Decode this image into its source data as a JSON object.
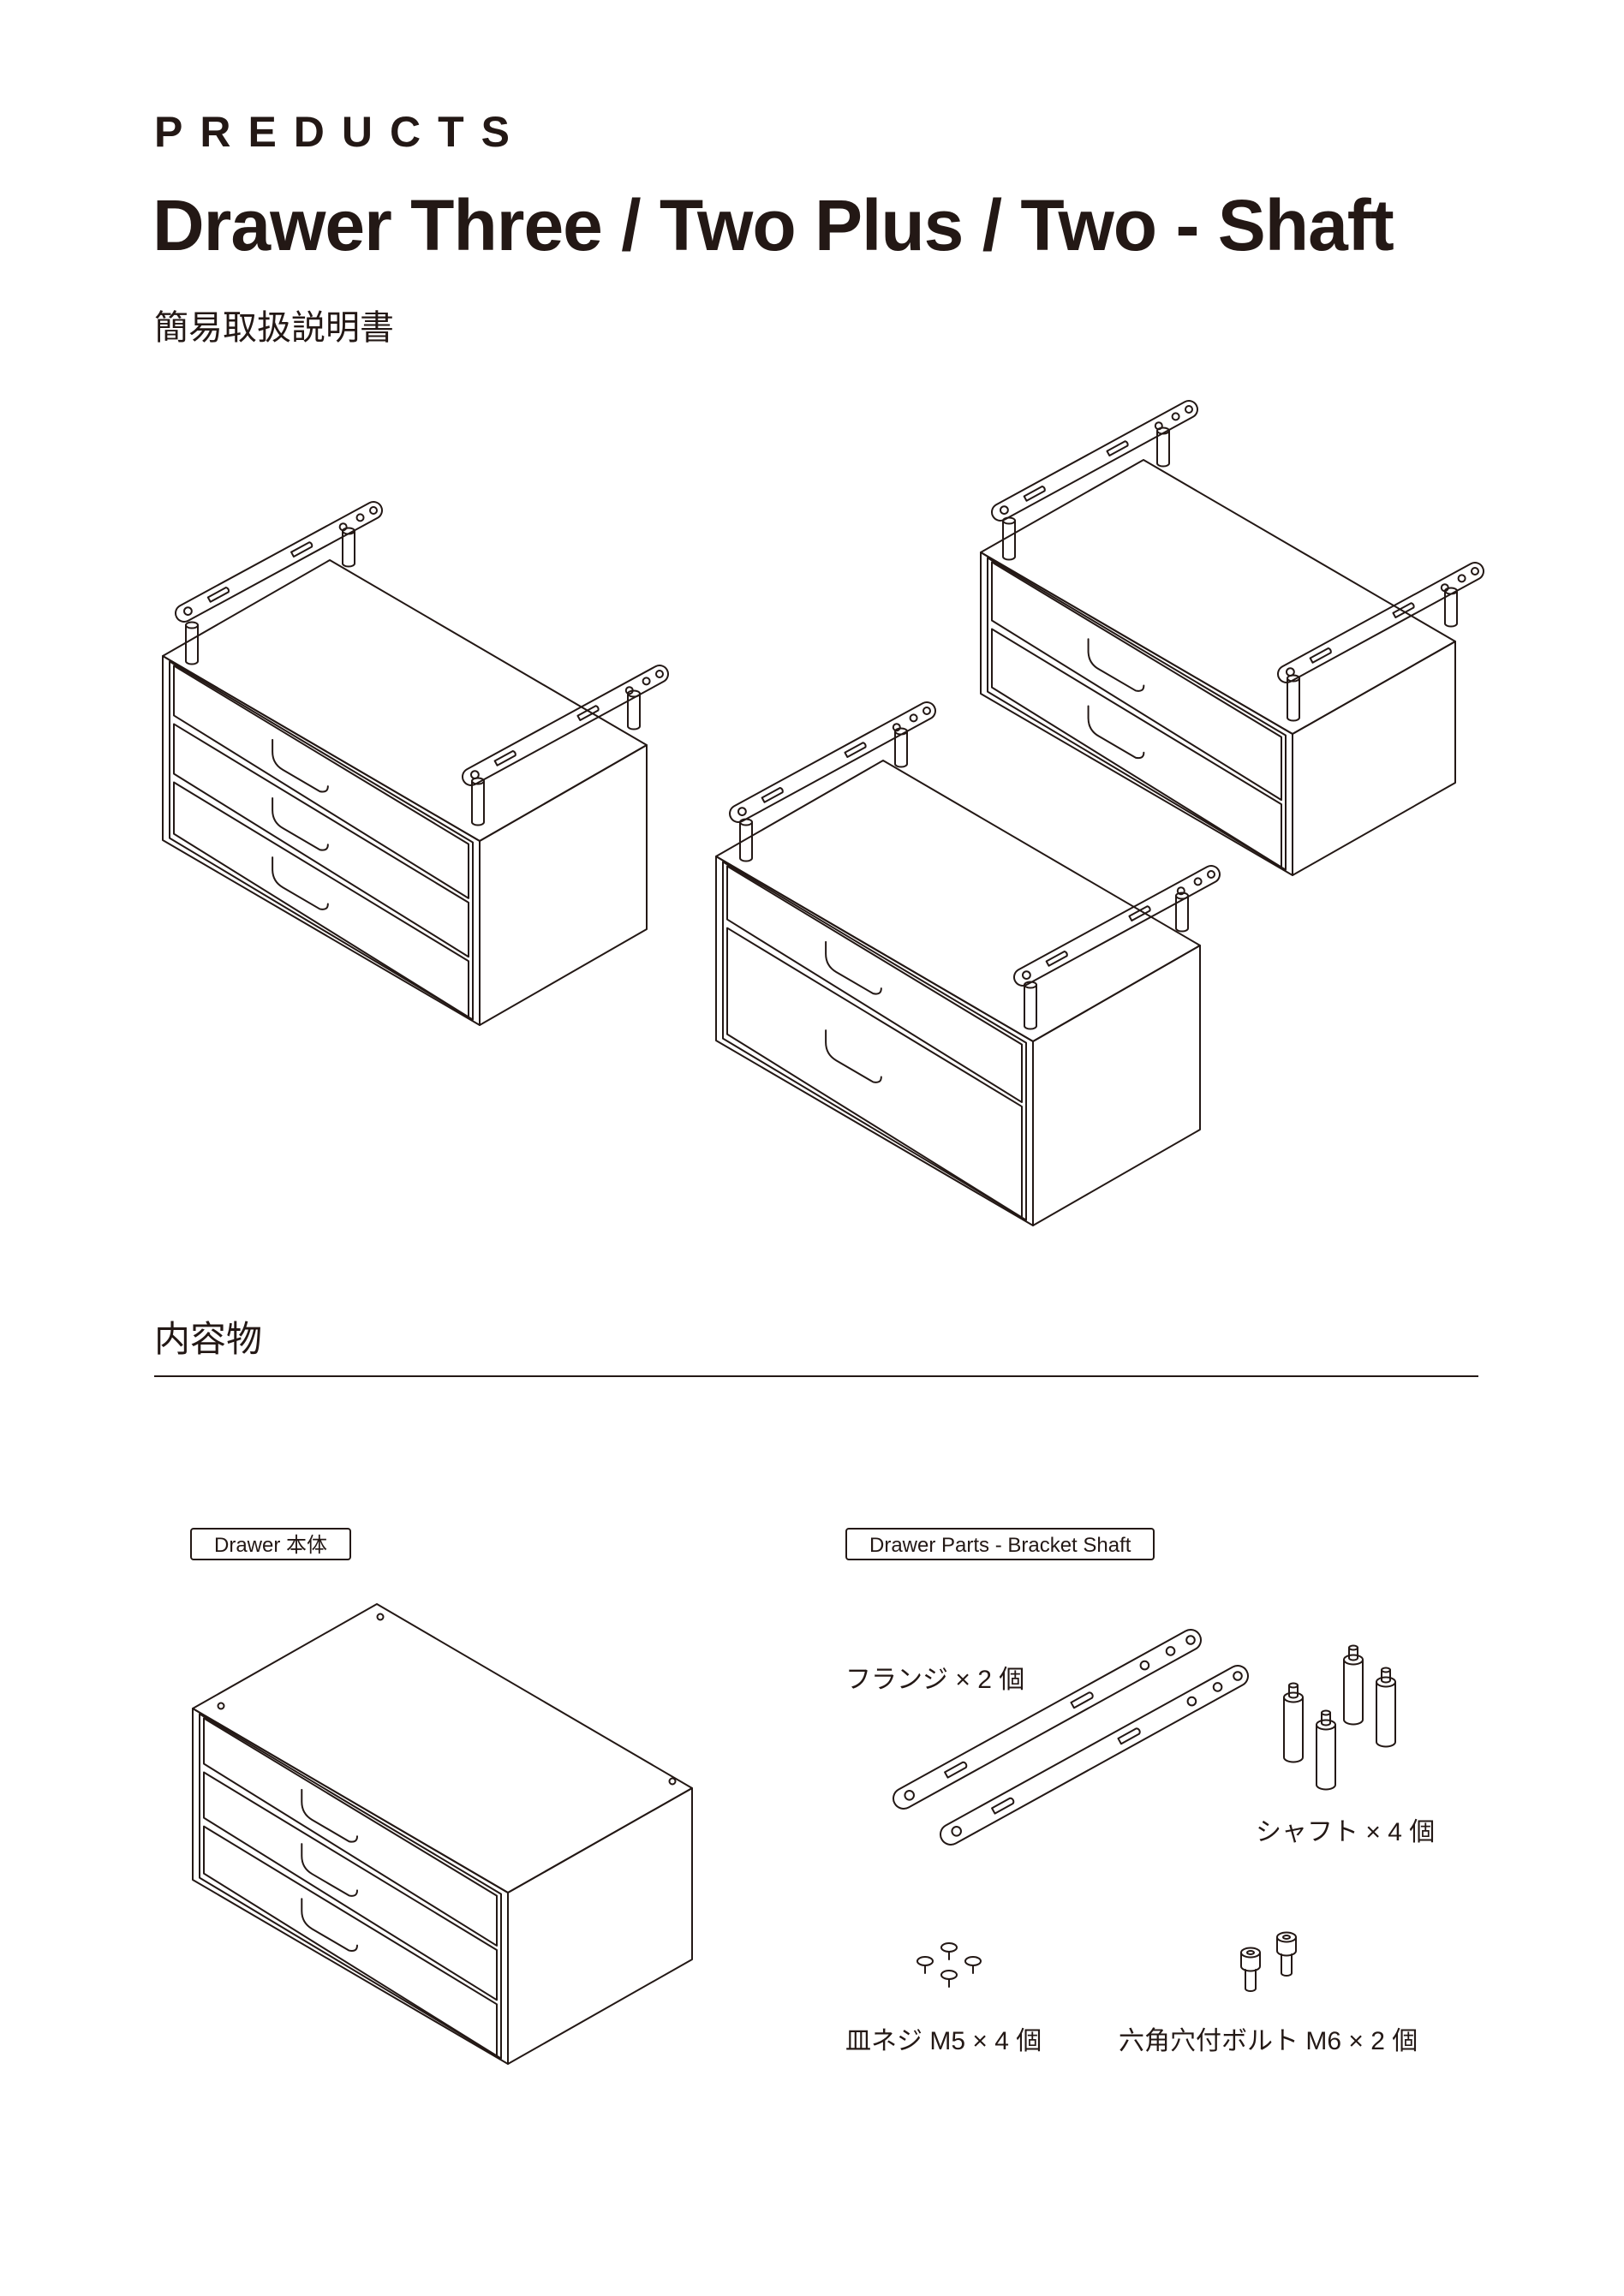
{
  "header": {
    "brand": "PREDUCTS",
    "title": "Drawer Three / Two Plus / Two - Shaft",
    "subtitle": "簡易取扱説明書"
  },
  "contents": {
    "heading": "内容物",
    "body_tag": "Drawer 本体",
    "parts_tag": "Drawer Parts - Bracket Shaft",
    "parts": [
      {
        "label": "フランジ × 2 個",
        "icon": "flange-icon"
      },
      {
        "label": "シャフト × 4 個",
        "icon": "shaft-icon"
      },
      {
        "label": "皿ネジ M5 × 4 個",
        "icon": "countersunk-screw-icon"
      },
      {
        "label": "六角穴付ボルト M6 × 2 個",
        "icon": "hex-socket-bolt-icon"
      }
    ]
  },
  "colors": {
    "ink": "#231815",
    "top_face": "#f2f2f2",
    "front_face": "#ebebeb",
    "side_face": "#d9d9d9"
  }
}
